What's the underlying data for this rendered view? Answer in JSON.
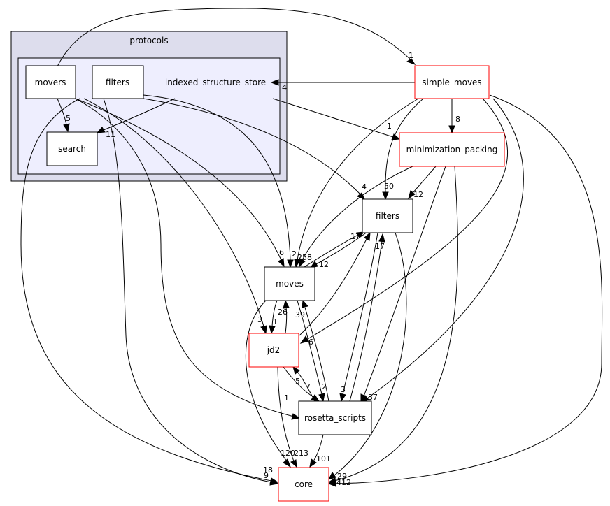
{
  "cluster": {
    "label": "protocols"
  },
  "nodes": {
    "movers": "movers",
    "filters_inner": "filters",
    "indexed": "indexed_structure_store",
    "search": "search",
    "simple_moves": "simple_moves",
    "minimization_packing": "minimization_packing",
    "filters": "filters",
    "moves": "moves",
    "jd2": "jd2",
    "rosetta_scripts": "rosetta_scripts",
    "core": "core"
  },
  "colors": {
    "red_border": "#ff0000",
    "cluster_outer": "#dddded",
    "cluster_inner": "#eeeefe"
  },
  "edge_labels": {
    "e1": "1",
    "e2": "4",
    "e3": "8",
    "e4": "1",
    "e5": "5",
    "e6": "11",
    "e7": "4",
    "e8": "50",
    "e9": "12",
    "e10": "17",
    "e11": "17",
    "e12": "6",
    "e13": "2",
    "e14": "258",
    "e15": "12",
    "e16": "3",
    "e17": "26",
    "e18": "39",
    "e19": "1",
    "e20": "6",
    "e21": "5",
    "e22": "7",
    "e23": "2",
    "e24": "3",
    "e25": "1",
    "e26": "37",
    "e27": "120",
    "e28": "213",
    "e29": "101",
    "e30": "18",
    "e31": "9",
    "e32": "29",
    "e33": "1412"
  }
}
